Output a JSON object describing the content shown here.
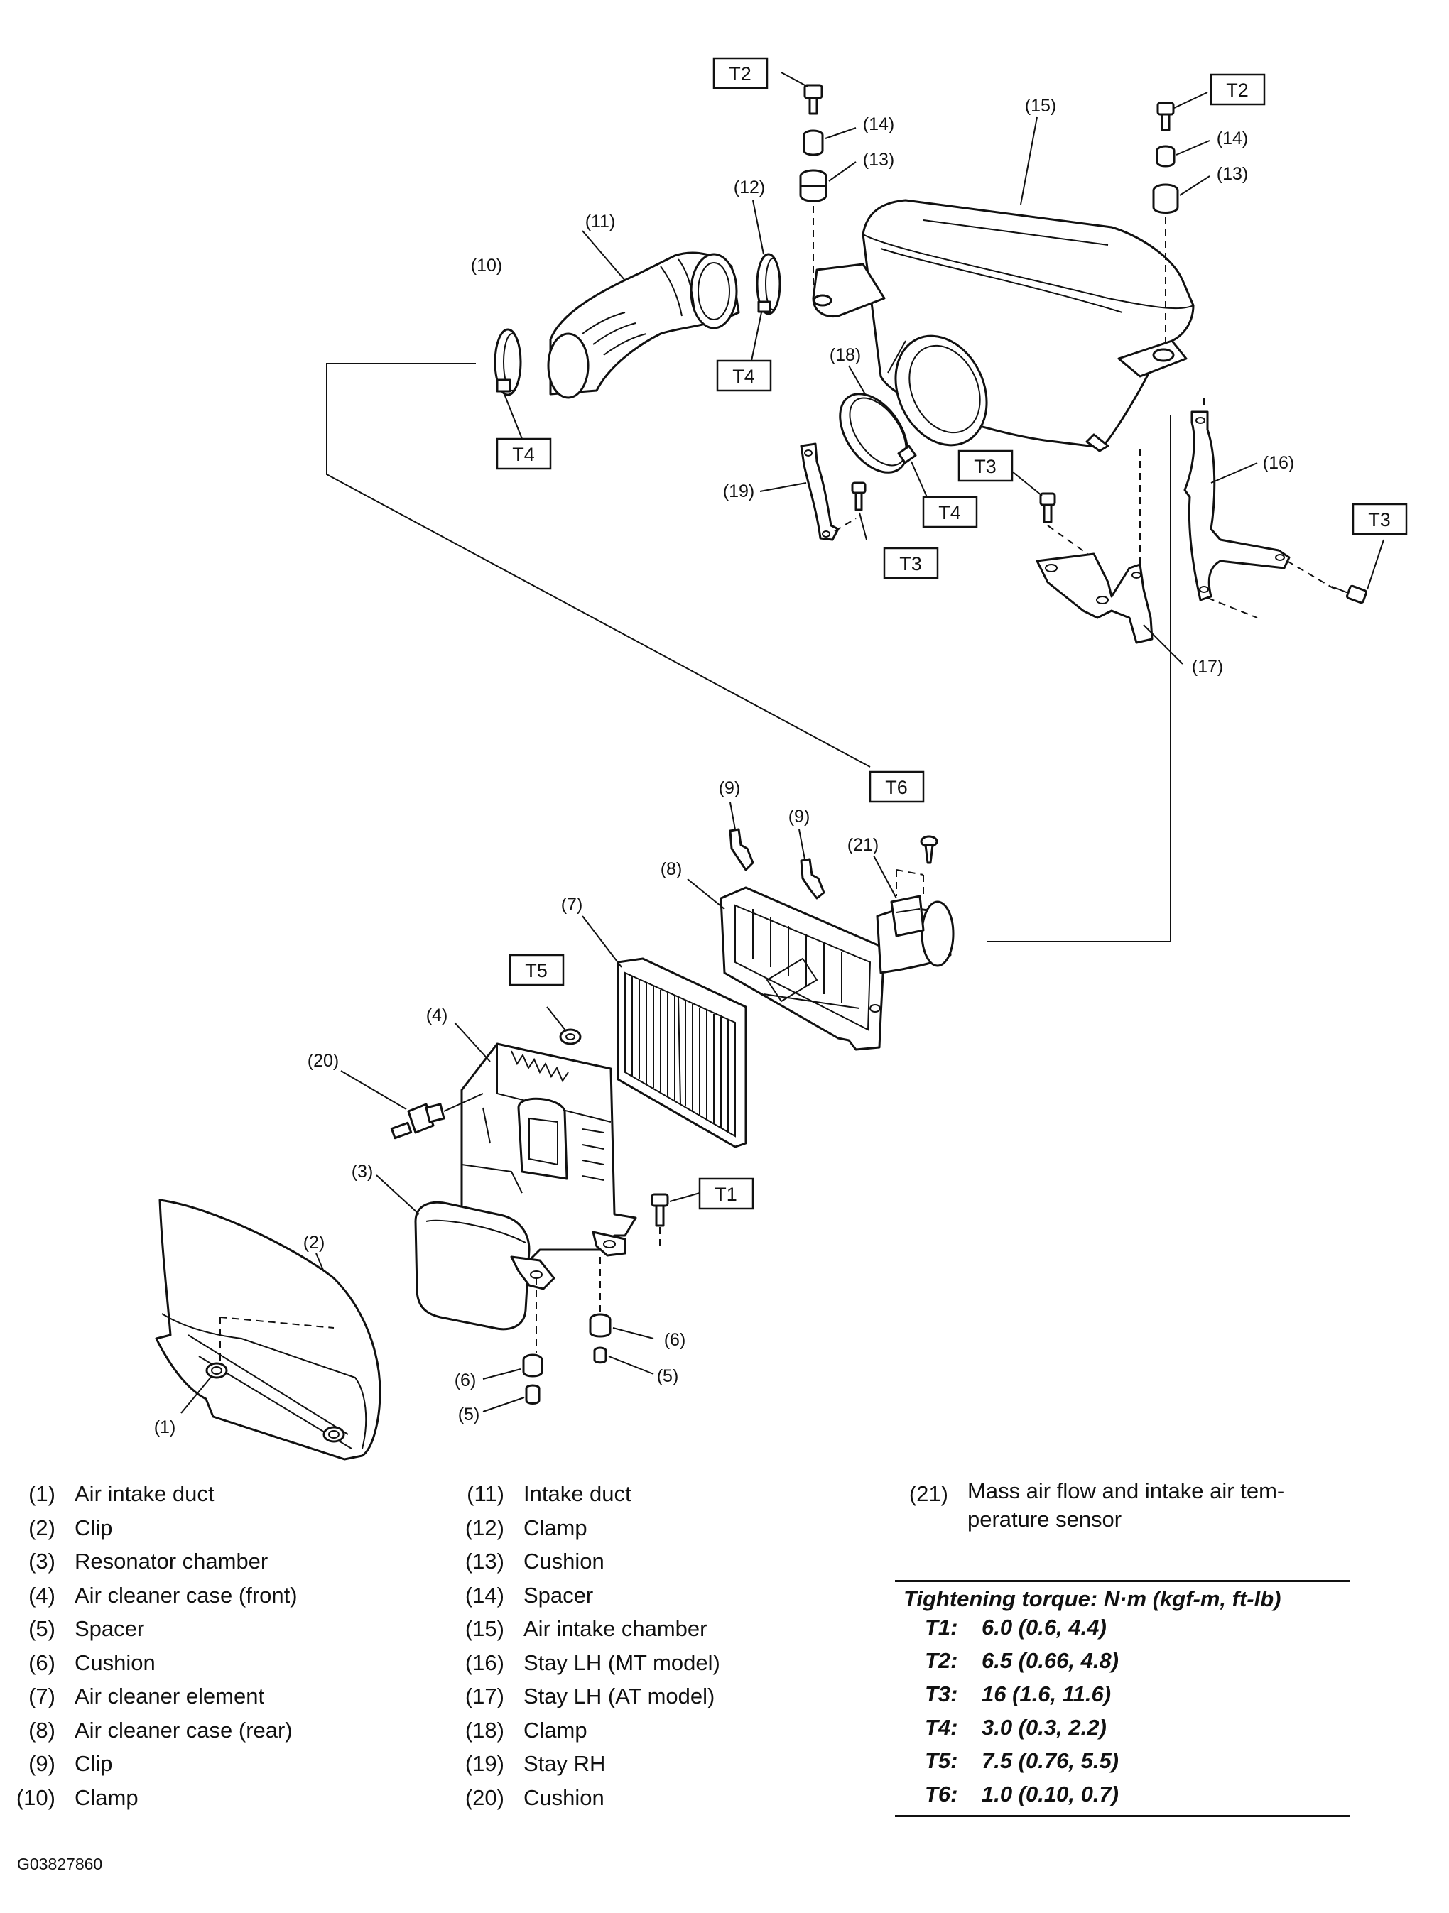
{
  "callouts": {
    "c1": "(1)",
    "c2": "(2)",
    "c3": "(3)",
    "c4": "(4)",
    "c5a": "(5)",
    "c5b": "(5)",
    "c6a": "(6)",
    "c6b": "(6)",
    "c7": "(7)",
    "c8": "(8)",
    "c9a": "(9)",
    "c9b": "(9)",
    "c10": "(10)",
    "c11": "(11)",
    "c12": "(12)",
    "c13a": "(13)",
    "c13b": "(13)",
    "c14a": "(14)",
    "c14b": "(14)",
    "c15": "(15)",
    "c16": "(16)",
    "c17": "(17)",
    "c18": "(18)",
    "c19": "(19)",
    "c20": "(20)",
    "c21": "(21)"
  },
  "torque_tags": {
    "t1": "T1",
    "t2a": "T2",
    "t2b": "T2",
    "t3a": "T3",
    "t3b": "T3",
    "t3c": "T3",
    "t4a": "T4",
    "t4b": "T4",
    "t4c": "T4",
    "t5": "T5",
    "t6": "T6"
  },
  "legend": {
    "col1": [
      {
        "num": "(1)",
        "label": "Air intake duct"
      },
      {
        "num": "(2)",
        "label": "Clip"
      },
      {
        "num": "(3)",
        "label": "Resonator chamber"
      },
      {
        "num": "(4)",
        "label": "Air cleaner case (front)"
      },
      {
        "num": "(5)",
        "label": "Spacer"
      },
      {
        "num": "(6)",
        "label": "Cushion"
      },
      {
        "num": "(7)",
        "label": "Air cleaner element"
      },
      {
        "num": "(8)",
        "label": "Air cleaner case (rear)"
      },
      {
        "num": "(9)",
        "label": "Clip"
      },
      {
        "num": "(10)",
        "label": "Clamp"
      }
    ],
    "col2": [
      {
        "num": "(11)",
        "label": "Intake duct"
      },
      {
        "num": "(12)",
        "label": "Clamp"
      },
      {
        "num": "(13)",
        "label": "Cushion"
      },
      {
        "num": "(14)",
        "label": "Spacer"
      },
      {
        "num": "(15)",
        "label": "Air intake chamber"
      },
      {
        "num": "(16)",
        "label": "Stay LH (MT model)"
      },
      {
        "num": "(17)",
        "label": "Stay LH (AT model)"
      },
      {
        "num": "(18)",
        "label": "Clamp"
      },
      {
        "num": "(19)",
        "label": "Stay RH"
      },
      {
        "num": "(20)",
        "label": "Cushion"
      }
    ],
    "col3": [
      {
        "num": "(21)",
        "label": "Mass air flow and intake air tem-perature sensor"
      }
    ]
  },
  "torque": {
    "title": "Tightening torque: N·m (kgf-m, ft-lb)",
    "rows": [
      {
        "key": "T1:",
        "value": "6.0 (0.6, 4.4)"
      },
      {
        "key": "T2:",
        "value": "6.5 (0.66, 4.8)"
      },
      {
        "key": "T3:",
        "value": "16 (1.6, 11.6)"
      },
      {
        "key": "T4:",
        "value": "3.0 (0.3, 2.2)"
      },
      {
        "key": "T5:",
        "value": "7.5 (0.76, 5.5)"
      },
      {
        "key": "T6:",
        "value": "1.0 (0.10, 0.7)"
      }
    ]
  },
  "figure_code": "G03827860"
}
